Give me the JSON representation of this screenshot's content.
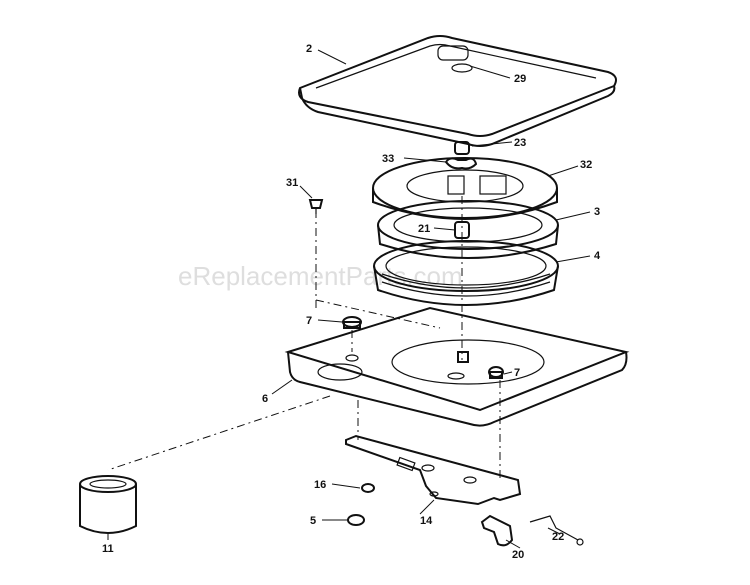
{
  "watermark": "eReplacementParts.com",
  "callouts": {
    "c2": "2",
    "c29": "29",
    "c23": "23",
    "c33": "33",
    "c32": "32",
    "c31": "31",
    "c3": "3",
    "c21": "21",
    "c4": "4",
    "c7a": "7",
    "c7b": "7",
    "c6": "6",
    "c16": "16",
    "c14": "14",
    "c5": "5",
    "c11": "11",
    "c22": "22",
    "c20": "20"
  }
}
